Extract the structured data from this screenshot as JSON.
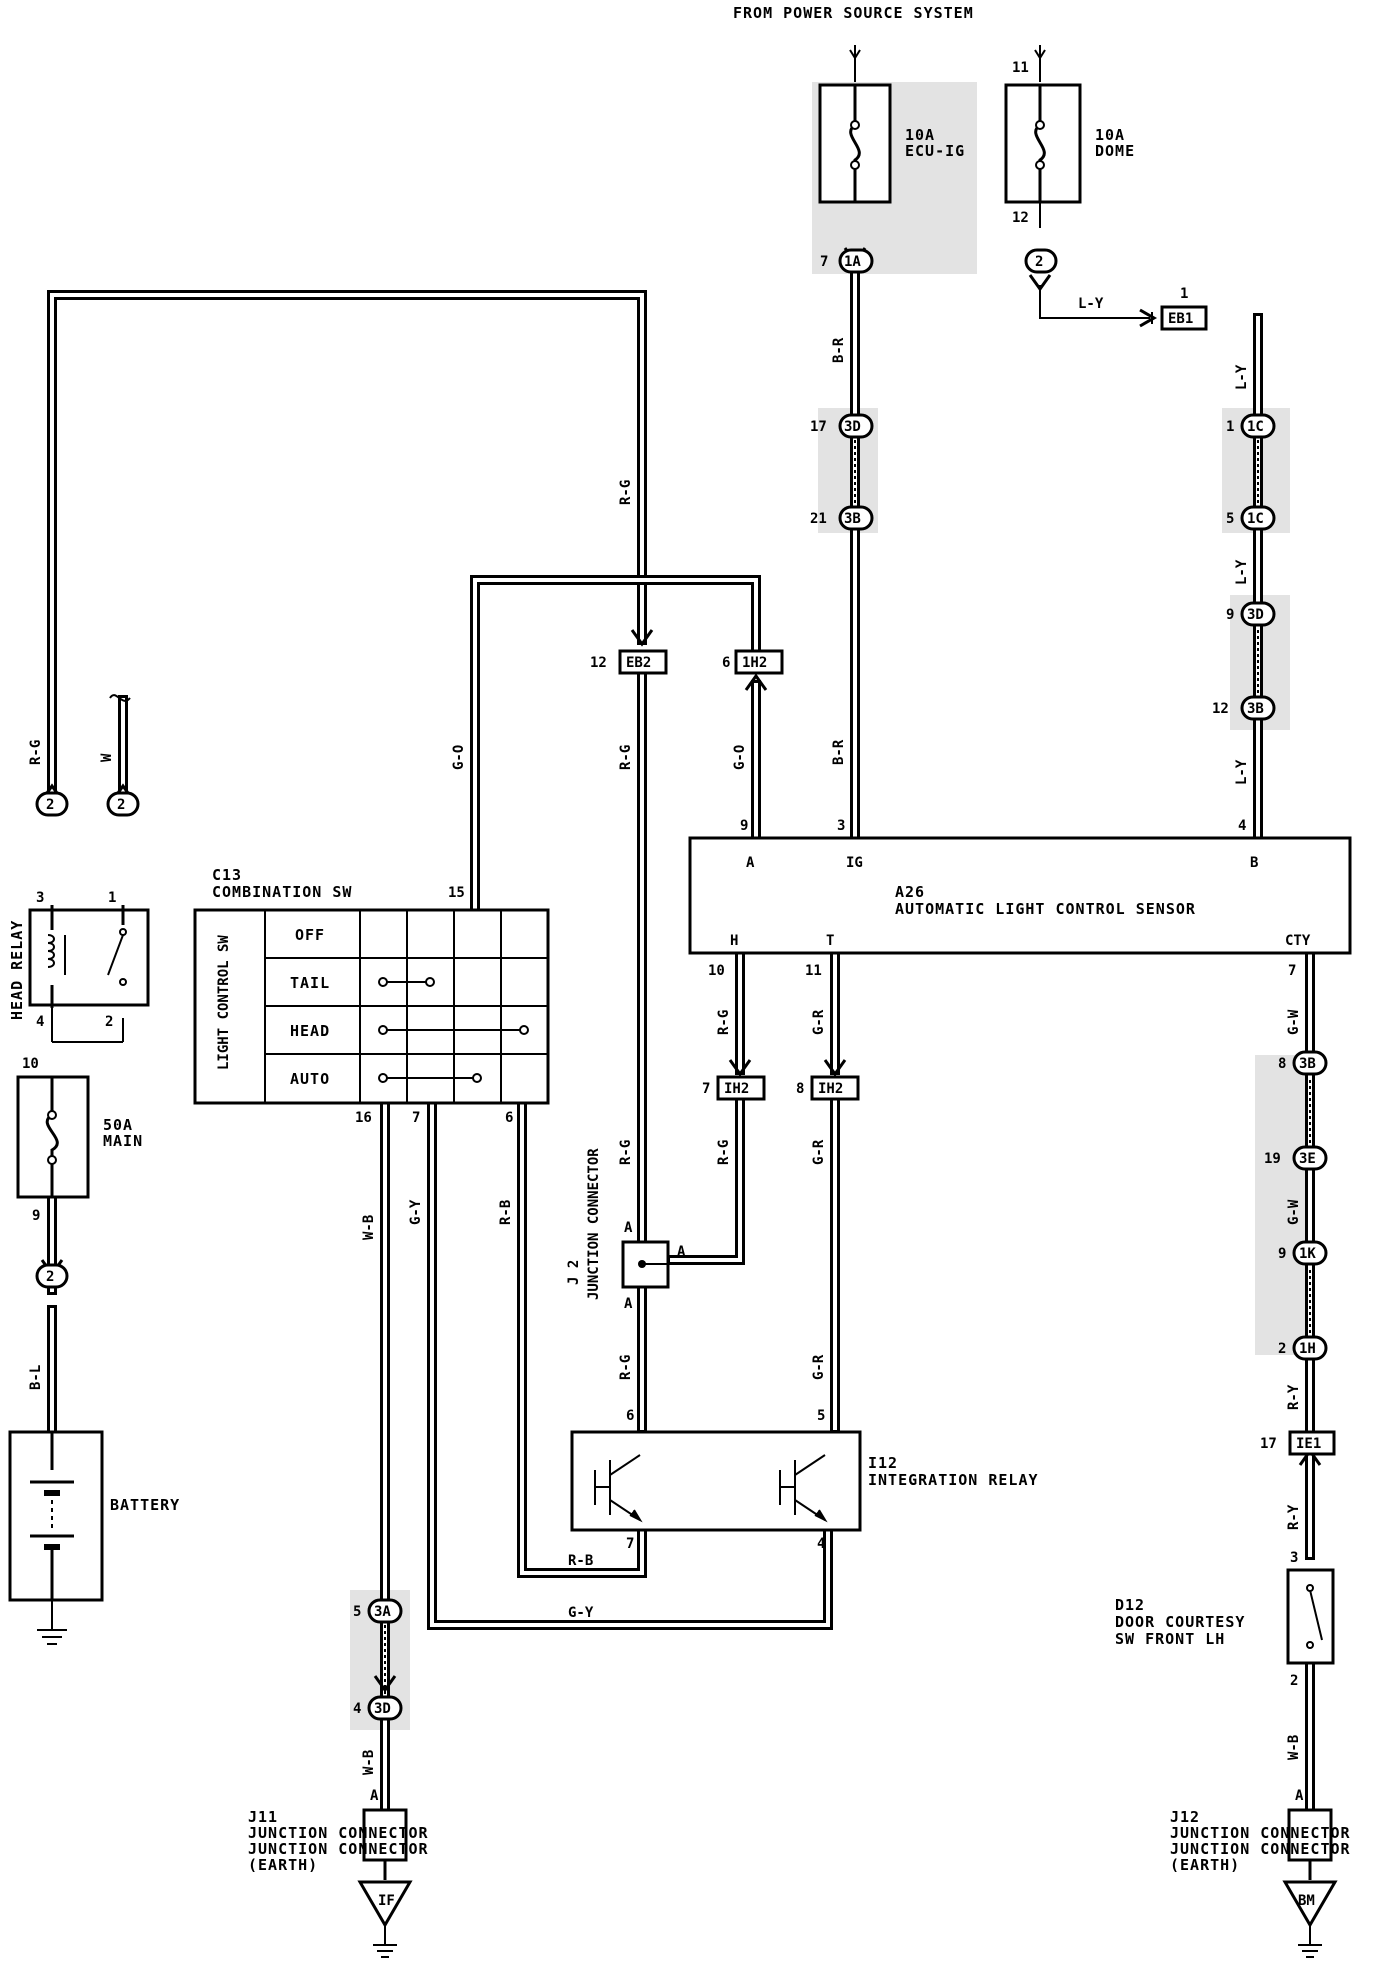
{
  "header": {
    "power_source": "FROM POWER SOURCE SYSTEM"
  },
  "fuses": {
    "ecu_ig": {
      "rating": "10A",
      "name": "ECU-IG"
    },
    "dome": {
      "rating": "10A",
      "name": "DOME",
      "pin_in": "11",
      "pin_out": "12"
    },
    "main": {
      "rating": "50A",
      "name": "MAIN",
      "pin_in": "10",
      "pin_out": "9"
    }
  },
  "components": {
    "combination_sw": {
      "code": "C13",
      "name": "COMBINATION SW",
      "side_label": "LIGHT CONTROL SW",
      "positions": [
        "OFF",
        "TAIL",
        "HEAD",
        "AUTO"
      ],
      "pins": {
        "top": "15",
        "b1": "16",
        "b2": "7",
        "b3": "6"
      }
    },
    "sensor": {
      "code": "A26",
      "name": "AUTOMATIC LIGHT CONTROL SENSOR",
      "terminals_top": [
        "A",
        "IG",
        "B"
      ],
      "terminals_bottom": [
        "H",
        "T",
        "CTY"
      ],
      "pins": {
        "A": "9",
        "IG": "3",
        "B": "4",
        "H": "10",
        "T": "11",
        "CTY": "7"
      }
    },
    "head_relay": {
      "name": "HEAD RELAY",
      "pins": [
        "3",
        "1",
        "4",
        "2"
      ]
    },
    "battery": {
      "name": "BATTERY"
    },
    "integration_relay": {
      "code": "I12",
      "name": "INTEGRATION RELAY",
      "pins": [
        "6",
        "5",
        "7",
        "4"
      ]
    },
    "j2": {
      "code": "J 2",
      "name": "JUNCTION CONNECTOR",
      "term": "A"
    },
    "j11": {
      "code": "J11",
      "name": "JUNCTION CONNECTOR",
      "sub": "(EARTH)",
      "term": "A",
      "ground": "IF"
    },
    "j12": {
      "code": "J12",
      "name": "JUNCTION CONNECTOR",
      "sub": "(EARTH)",
      "term": "A",
      "ground": "BM"
    },
    "door_sw": {
      "code": "D12",
      "name": "DOOR COURTESY",
      "name2": "SW FRONT LH",
      "pins": [
        "3",
        "2"
      ]
    }
  },
  "connectors": {
    "c1A": {
      "id": "1A",
      "pin": "7"
    },
    "c3D_top": {
      "id": "3D",
      "pin": "17"
    },
    "c3B_top": {
      "id": "3B",
      "pin": "21"
    },
    "c2_dome": {
      "id": "2"
    },
    "cEB1": {
      "id": "EB1",
      "pin": "1"
    },
    "c1C_a": {
      "id": "1C",
      "pin": "1"
    },
    "c1C_b": {
      "id": "1C",
      "pin": "5"
    },
    "c3D_r": {
      "id": "3D",
      "pin": "9"
    },
    "c3B_r": {
      "id": "3B",
      "pin": "12"
    },
    "cEB2": {
      "id": "EB2",
      "pin": "12"
    },
    "c1H2_top": {
      "id": "1H2",
      "pin": "6"
    },
    "c1H2_h": {
      "id": "IH2",
      "pin": "7"
    },
    "c1H2_t": {
      "id": "IH2",
      "pin": "8"
    },
    "c2_rg": {
      "id": "2"
    },
    "c2_w": {
      "id": "2"
    },
    "c2_bl": {
      "id": "2"
    },
    "c3B_cty": {
      "id": "3B",
      "pin": "8"
    },
    "c3E": {
      "id": "3E",
      "pin": "19"
    },
    "c1K": {
      "id": "1K",
      "pin": "9"
    },
    "c1H": {
      "id": "1H",
      "pin": "2"
    },
    "cIE1": {
      "id": "IE1",
      "pin": "17"
    },
    "c3A": {
      "id": "3A",
      "pin": "5"
    },
    "c3D_bot": {
      "id": "3D",
      "pin": "4"
    }
  },
  "wires": {
    "br1": "B-R",
    "br2": "B-R",
    "ly1": "L-Y",
    "ly2": "L-Y",
    "ly3": "L-Y",
    "ly4": "L-Y",
    "rg_top": "R-G",
    "rg_left": "R-G",
    "w_left": "W",
    "go1": "G-O",
    "go2": "G-O",
    "rg2": "R-G",
    "rg3": "R-G",
    "rg4": "R-G",
    "rg_h": "R-G",
    "rg_h2": "R-G",
    "gr1": "G-R",
    "gr2": "G-R",
    "gr3": "G-R",
    "gw1": "G-W",
    "gw2": "G-W",
    "ry1": "R-Y",
    "ry2": "R-Y",
    "wb1": "W-B",
    "gy1": "G-Y",
    "gy2": "G-Y",
    "rb1": "R-B",
    "rb2": "R-B",
    "bl": "B-L",
    "wb2": "W-B",
    "wb3": "W-B"
  },
  "symbols": {
    "w_end": "~"
  }
}
